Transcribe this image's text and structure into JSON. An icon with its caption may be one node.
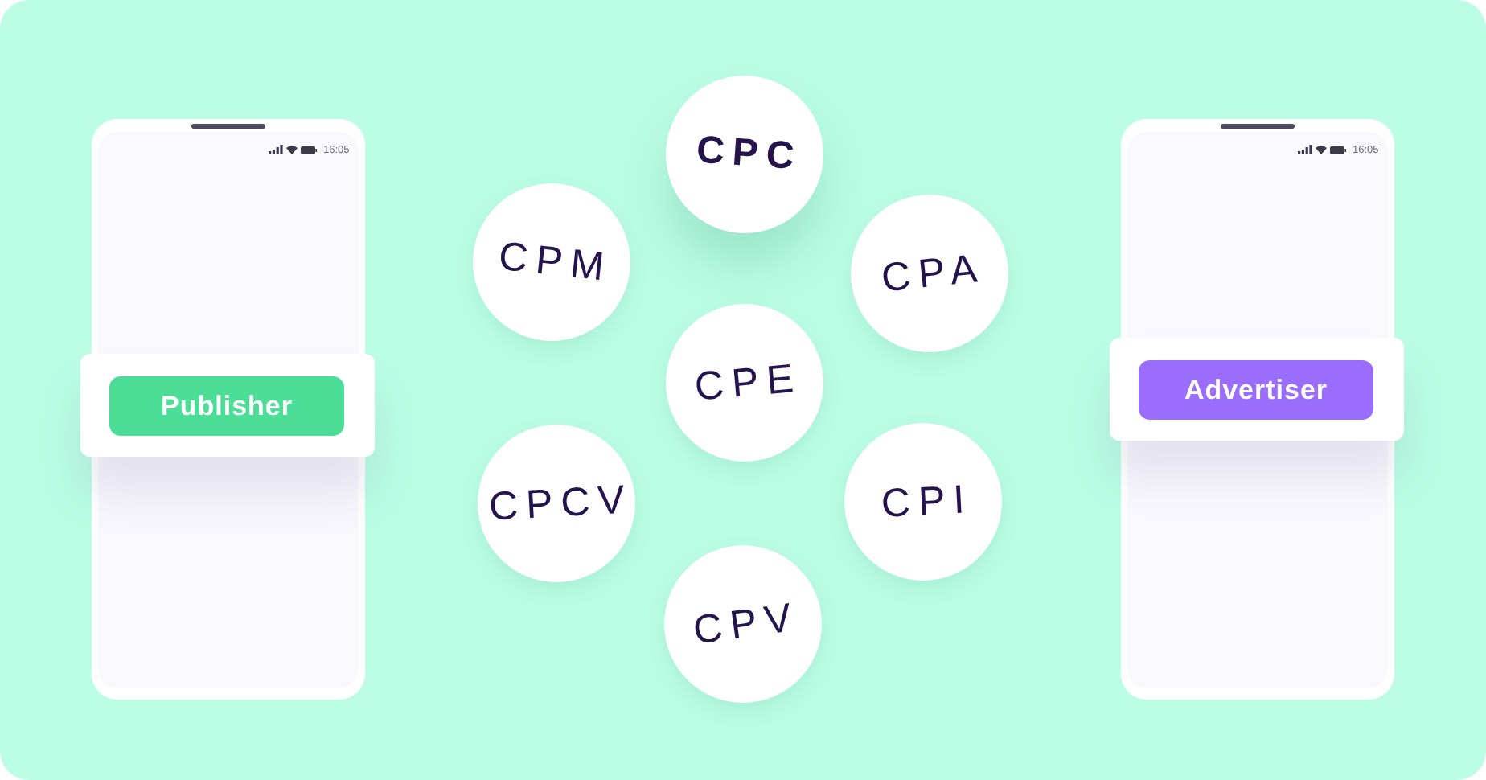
{
  "diagram": {
    "nodes": [
      {
        "text": [
          "16:05"
        ]
      },
      {
        "text": [
          "Publisher"
        ],
        "in": 0
      },
      {
        "text": [
          "CPC"
        ]
      },
      {
        "text": [
          "CPM"
        ]
      },
      {
        "text": [
          "CPA"
        ]
      },
      {
        "text": [
          "CPE"
        ]
      },
      {
        "text": [
          "CPCV"
        ]
      },
      {
        "text": [
          "CPI"
        ]
      },
      {
        "text": [
          "CPV"
        ]
      },
      {
        "text": [
          "16:05"
        ]
      },
      {
        "text": [
          "Advertiser"
        ],
        "in": 9
      }
    ]
  }
}
